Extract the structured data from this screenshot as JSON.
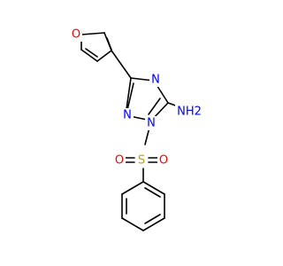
{
  "molecule": {
    "atoms": {
      "furan_oxygen": {
        "label": "O",
        "color": "#ff0000"
      },
      "triazole_n_top": {
        "label": "N",
        "color": "#0000ff"
      },
      "triazole_n_left": {
        "label": "N",
        "color": "#0000ff"
      },
      "triazole_n_bottom": {
        "label": "N",
        "color": "#0000ff"
      },
      "amine": {
        "label": "NH2",
        "color": "#0000ff"
      },
      "sulfur": {
        "label": "S",
        "color": "#b5a500"
      },
      "sulfonyl_o_left": {
        "label": "O",
        "color": "#ff0000"
      },
      "sulfonyl_o_right": {
        "label": "O",
        "color": "#ff0000"
      }
    }
  }
}
